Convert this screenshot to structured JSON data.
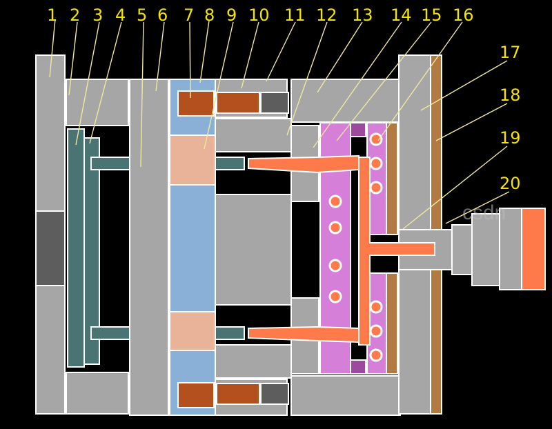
{
  "labels": [
    "1",
    "2",
    "3",
    "4",
    "5",
    "6",
    "7",
    "8",
    "9",
    "10",
    "11",
    "12",
    "13",
    "14",
    "15",
    "16",
    "17",
    "18",
    "19",
    "20"
  ],
  "watermark": "csdn",
  "colors": {
    "background": "#000000",
    "plate": "#a6a6a6",
    "plate_dark": "#5d5d5d",
    "ejector": "#4a7474",
    "cavity_insert": "#8bb0d8",
    "insert_pink": "#e9b39a",
    "bolt": "#b4501e",
    "melt": "#ff7a4a",
    "heater": "#d57fd9",
    "heater_dark": "#9c4aa0",
    "plate_brown": "#b07a42",
    "label": "#f5e400"
  }
}
